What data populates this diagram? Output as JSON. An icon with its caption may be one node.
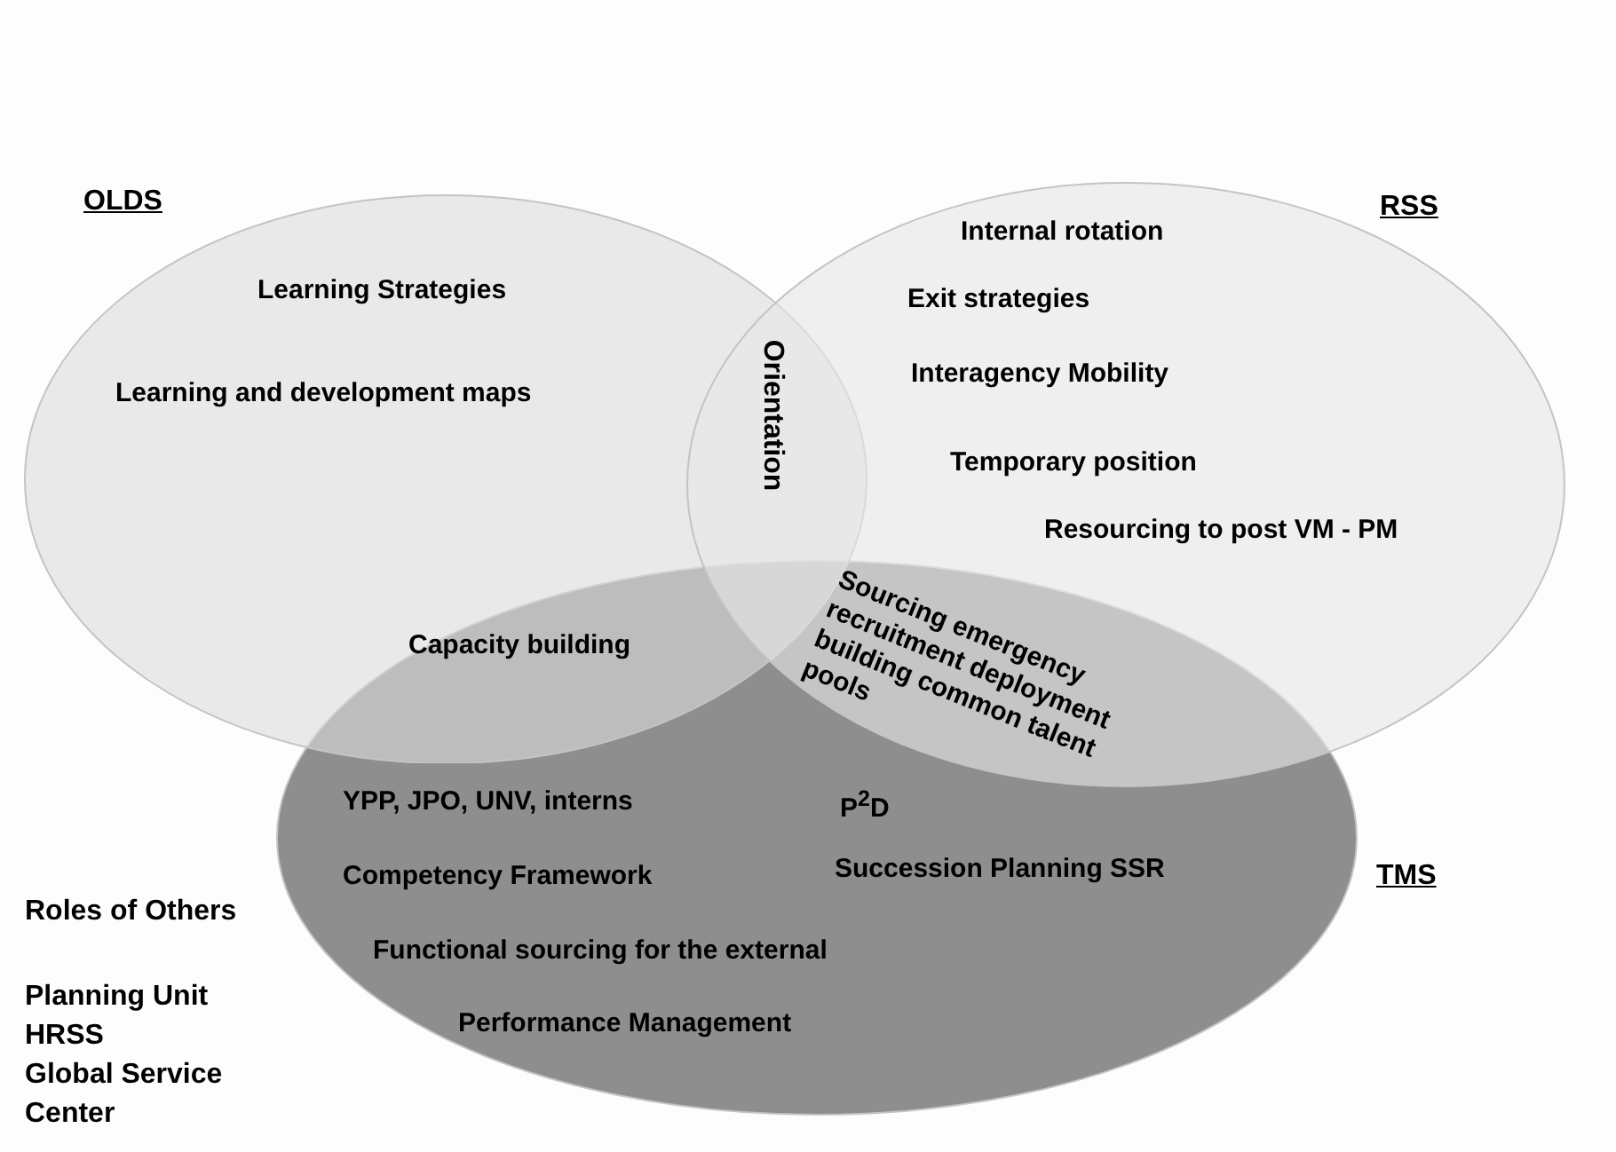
{
  "diagram": {
    "nodes": [
      {
        "text": [
          "OLDS",
          "Learning Strategies",
          "Learning and development maps"
        ]
      },
      {
        "text": [
          "RSS",
          "Internal rotation",
          "Exit strategies",
          "Interagency Mobility",
          "Temporary position",
          "Resourcing to post VM - PM"
        ]
      },
      {
        "text": [
          "TMS",
          "YPP, JPO, UNV, interns",
          "P$^{2}$D",
          "Competency Framework",
          "Succession Planning SSR",
          "Functional sourcing for the external",
          "Performance Management"
        ]
      }
    ],
    "labels": [
      "Orientation",
      "Capacity building",
      "Sourcing emergency recruitment deployment building common talent pools",
      "Roles of Others",
      "Planning Unit",
      "HRSS",
      "Global Service Center"
    ]
  }
}
